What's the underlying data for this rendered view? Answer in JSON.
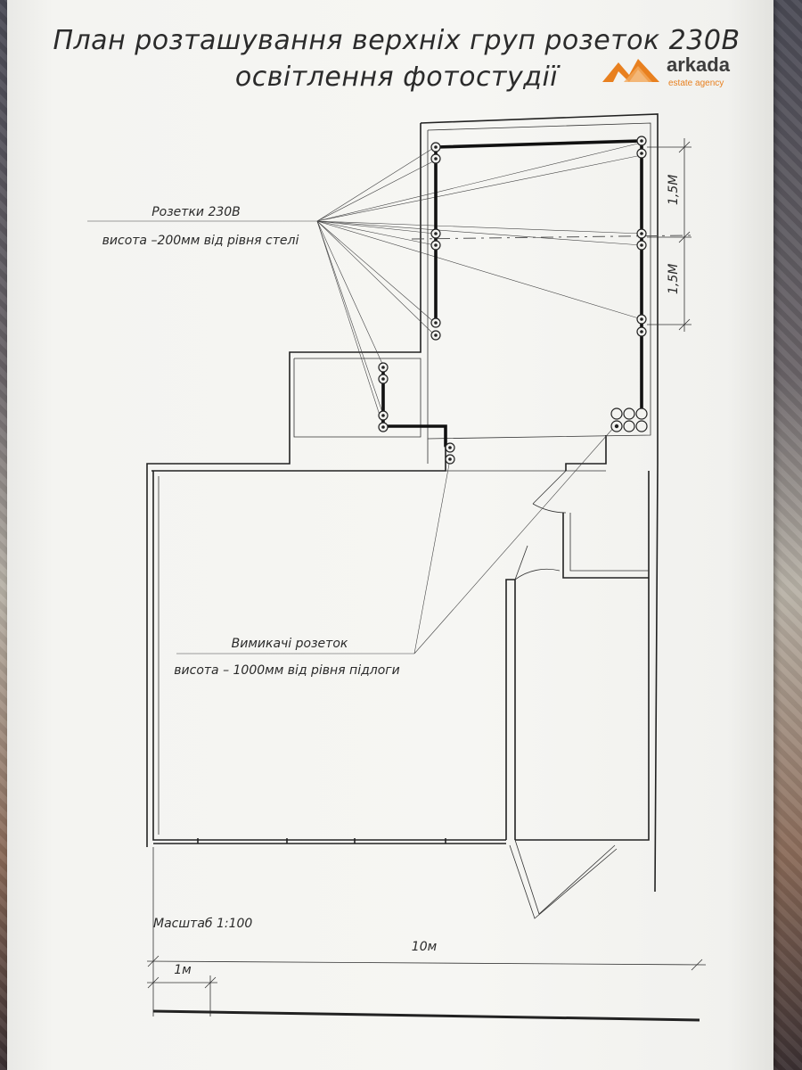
{
  "title": {
    "line1": "План розташування верхніх груп розеток 230В",
    "line2": "освітлення фотостудії"
  },
  "logo": {
    "name": "arkada",
    "tagline": "estate agency",
    "icon": "arkada-logo-icon",
    "color": "#e8801f"
  },
  "labels": {
    "outlets_title": "Розетки 230В",
    "outlets_height": "висота –200мм від рівня стелі",
    "switches_title": "Вимикачі розеток",
    "switches_height": "висота – 1000мм від рівня підлоги"
  },
  "dimensions": {
    "upper_gap": "1,5М",
    "lower_gap": "1,5М"
  },
  "scale": {
    "label": "Масштаб 1:100",
    "total_length": "10м",
    "unit_length": "1м"
  }
}
